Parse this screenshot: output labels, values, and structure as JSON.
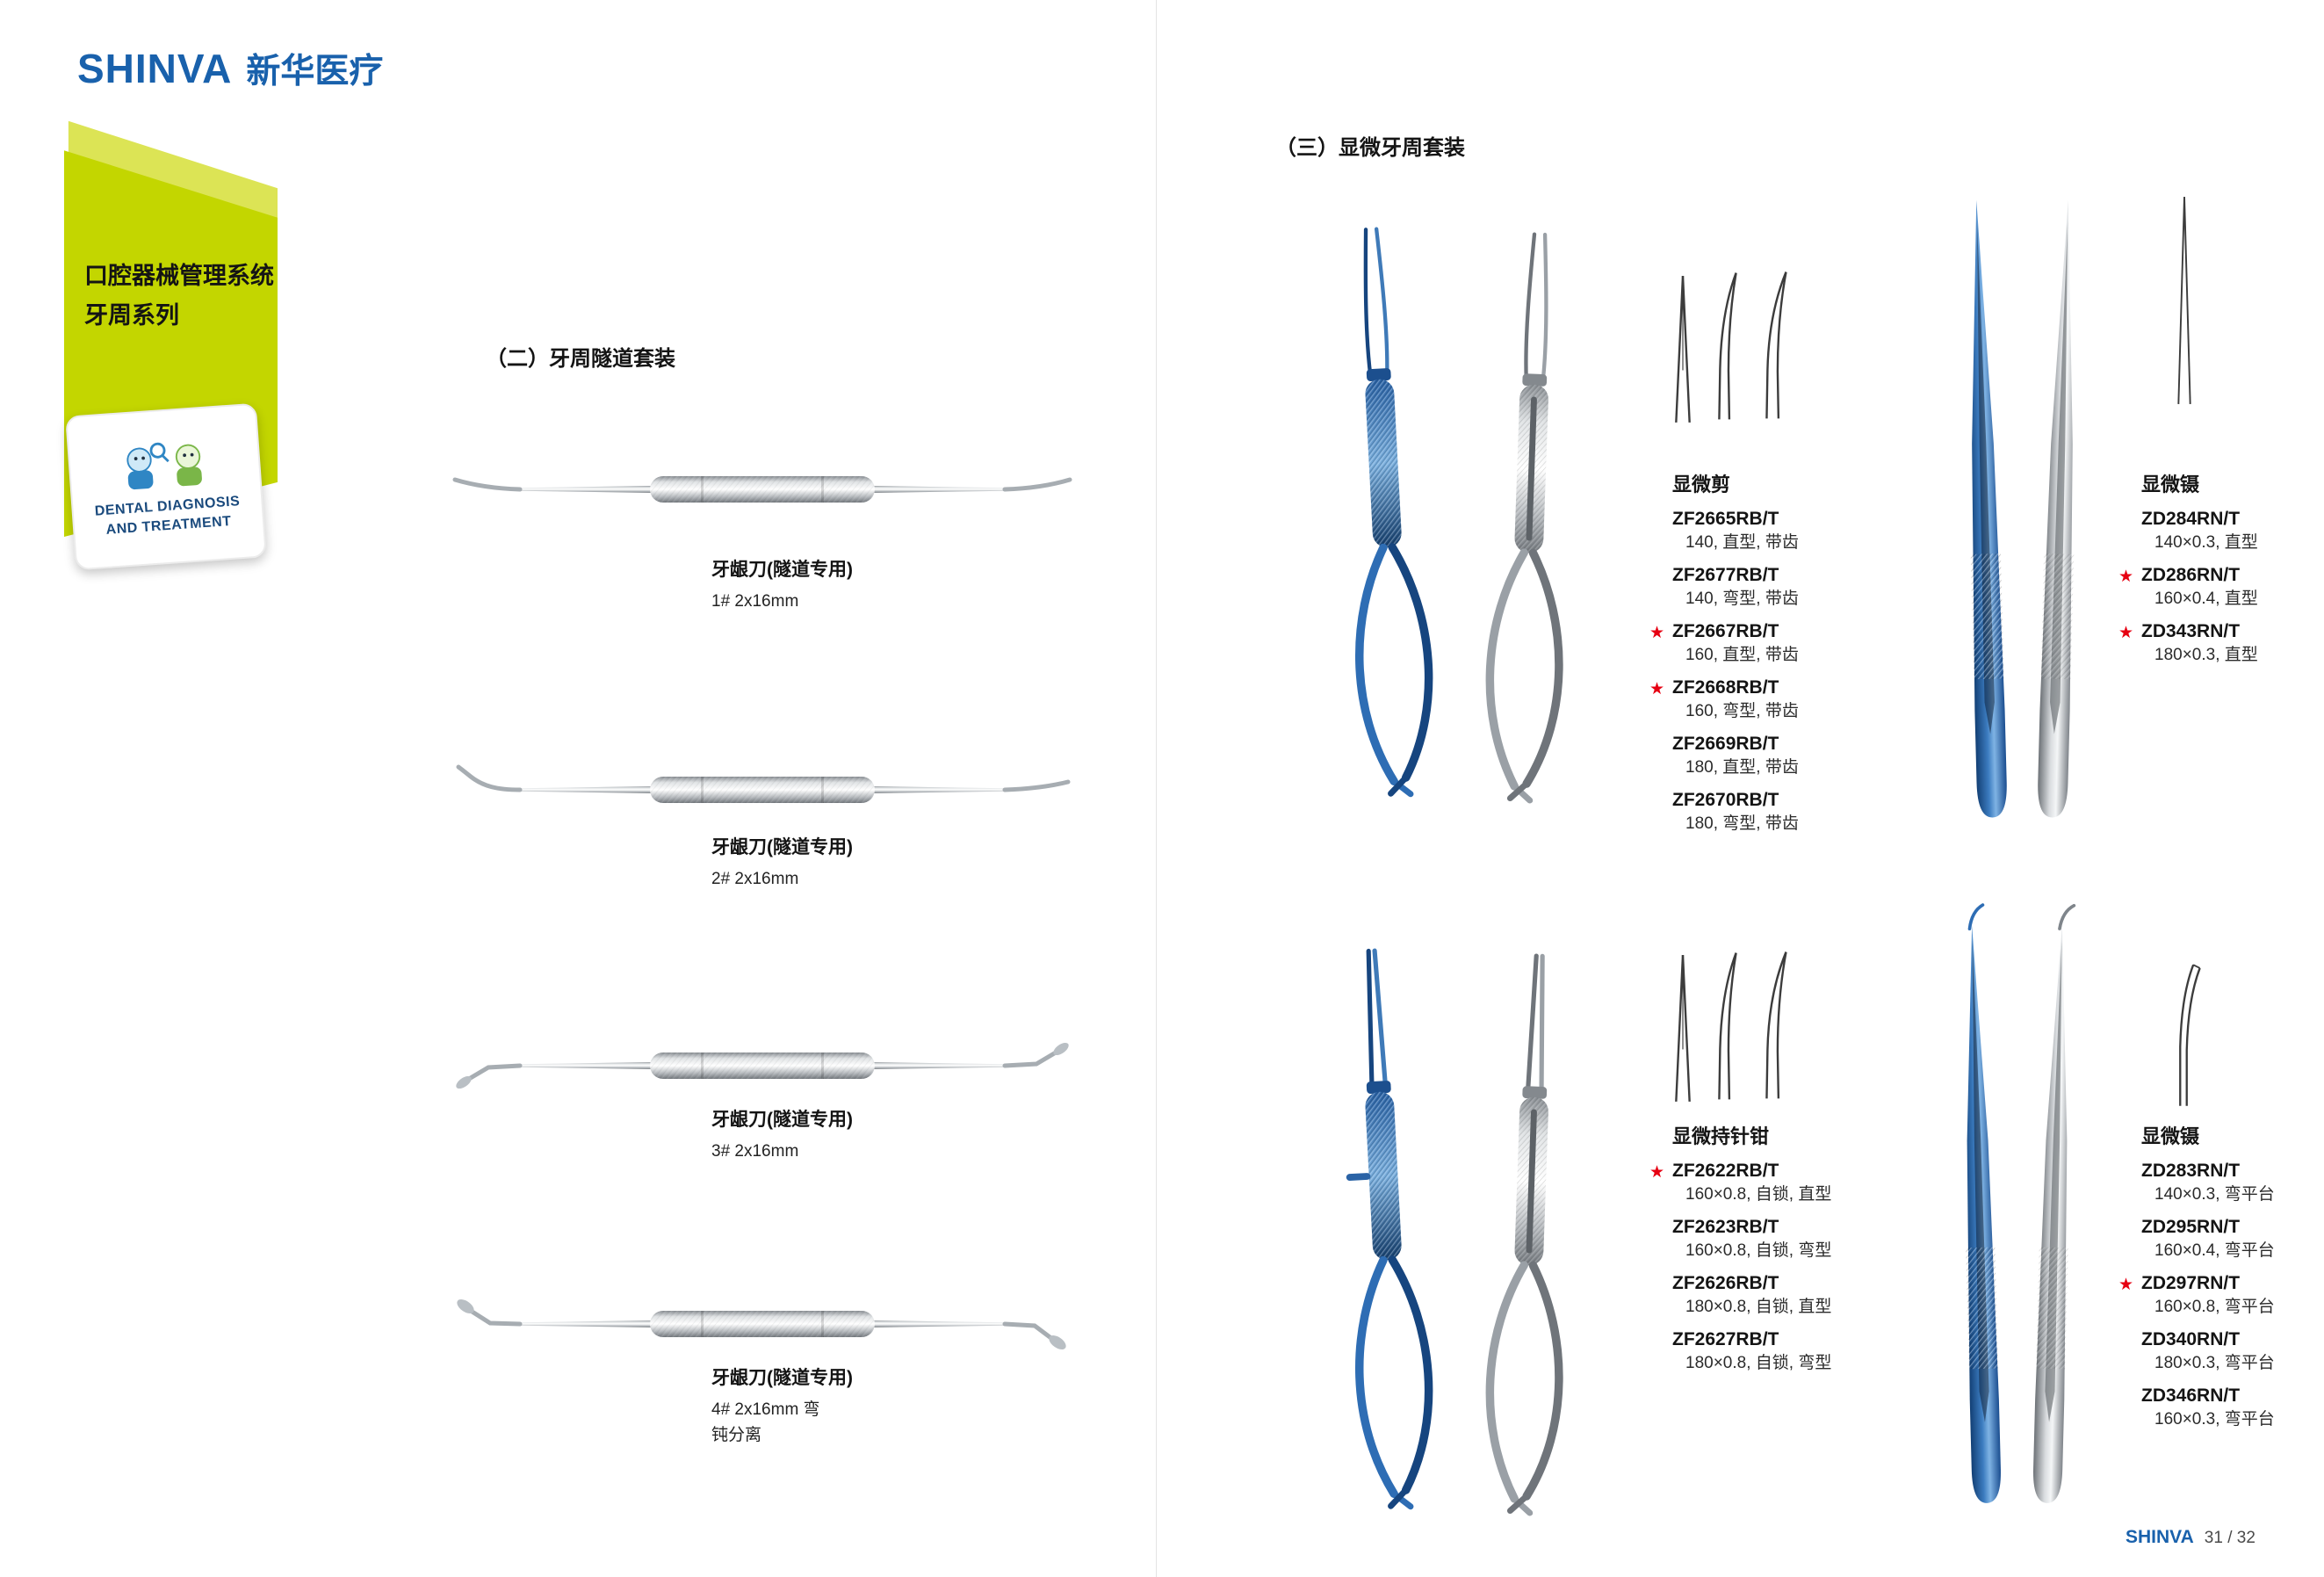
{
  "left": {
    "logo": {
      "brand": "SHINVA",
      "brand_cn": "新华医疗"
    },
    "title_line1": "口腔器械管理系统",
    "title_line2": "牙周系列",
    "badge": {
      "line1": "DENTAL DIAGNOSIS",
      "line2": "AND TREATMENT"
    },
    "section_title": "（二）牙周隧道套装",
    "products": [
      {
        "name": "牙龈刀(隧道专用)",
        "spec": "1# 2x16mm"
      },
      {
        "name": "牙龈刀(隧道专用)",
        "spec": "2# 2x16mm"
      },
      {
        "name": "牙龈刀(隧道专用)",
        "spec": "3# 2x16mm"
      },
      {
        "name": "牙龈刀(隧道专用)",
        "spec": "4# 2x16mm 弯",
        "spec2": "钝分离"
      }
    ]
  },
  "right": {
    "section_title": "（三）显微牙周套装",
    "groups": [
      {
        "category": "显微剪",
        "models": [
          {
            "model": "ZF2665RB/T",
            "spec": "140, 直型, 带齿"
          },
          {
            "model": "ZF2677RB/T",
            "spec": "140, 弯型, 带齿"
          },
          {
            "model": "ZF2667RB/T",
            "spec": "160, 直型, 带齿",
            "star": "★"
          },
          {
            "model": "ZF2668RB/T",
            "spec": "160, 弯型, 带齿",
            "star": "★"
          },
          {
            "model": "ZF2669RB/T",
            "spec": "180, 直型, 带齿"
          },
          {
            "model": "ZF2670RB/T",
            "spec": "180, 弯型, 带齿"
          }
        ]
      },
      {
        "category": "显微镊",
        "models": [
          {
            "model": "ZD284RN/T",
            "spec": "140×0.3, 直型"
          },
          {
            "model": "ZD286RN/T",
            "spec": "160×0.4, 直型",
            "star": "★"
          },
          {
            "model": "ZD343RN/T",
            "spec": "180×0.3, 直型",
            "star": "★"
          }
        ]
      },
      {
        "category": "显微持针钳",
        "models": [
          {
            "model": "ZF2622RB/T",
            "spec": "160×0.8, 自锁, 直型",
            "star": "★"
          },
          {
            "model": "ZF2623RB/T",
            "spec": "160×0.8, 自锁, 弯型"
          },
          {
            "model": "ZF2626RB/T",
            "spec": "180×0.8, 自锁, 直型"
          },
          {
            "model": "ZF2627RB/T",
            "spec": "180×0.8, 自锁, 弯型"
          }
        ]
      },
      {
        "category": "显微镊",
        "models": [
          {
            "model": "ZD283RN/T",
            "spec": "140×0.3, 弯平台"
          },
          {
            "model": "ZD295RN/T",
            "spec": "160×0.4, 弯平台"
          },
          {
            "model": "ZD297RN/T",
            "spec": "160×0.8, 弯平台",
            "star": "★"
          },
          {
            "model": "ZD340RN/T",
            "spec": "180×0.3, 弯平台"
          },
          {
            "model": "ZD346RN/T",
            "spec": "160×0.3, 弯平台"
          }
        ]
      }
    ],
    "footer": {
      "brand": "SHINVA",
      "page": "31 / 32"
    }
  }
}
